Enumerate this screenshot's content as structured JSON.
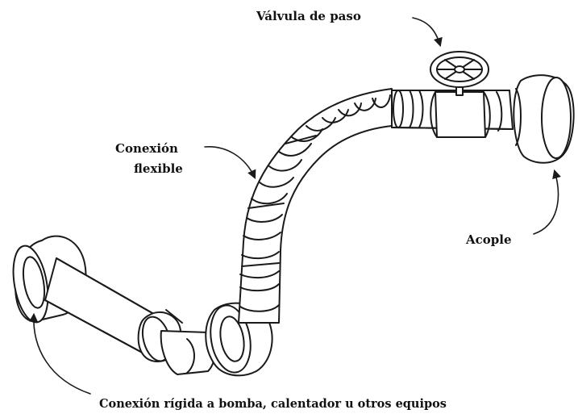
{
  "labels": {
    "valve": "Válvula de paso",
    "flexible_line1": "Conexión",
    "flexible_line2": "flexible",
    "coupling": "Acople",
    "rigid": "Conexión rígida a bomba, calentador u otros equipos"
  },
  "colors": {
    "line": "#1a1a1a",
    "fill": "#ffffff",
    "shade": "#e6e6e6"
  }
}
